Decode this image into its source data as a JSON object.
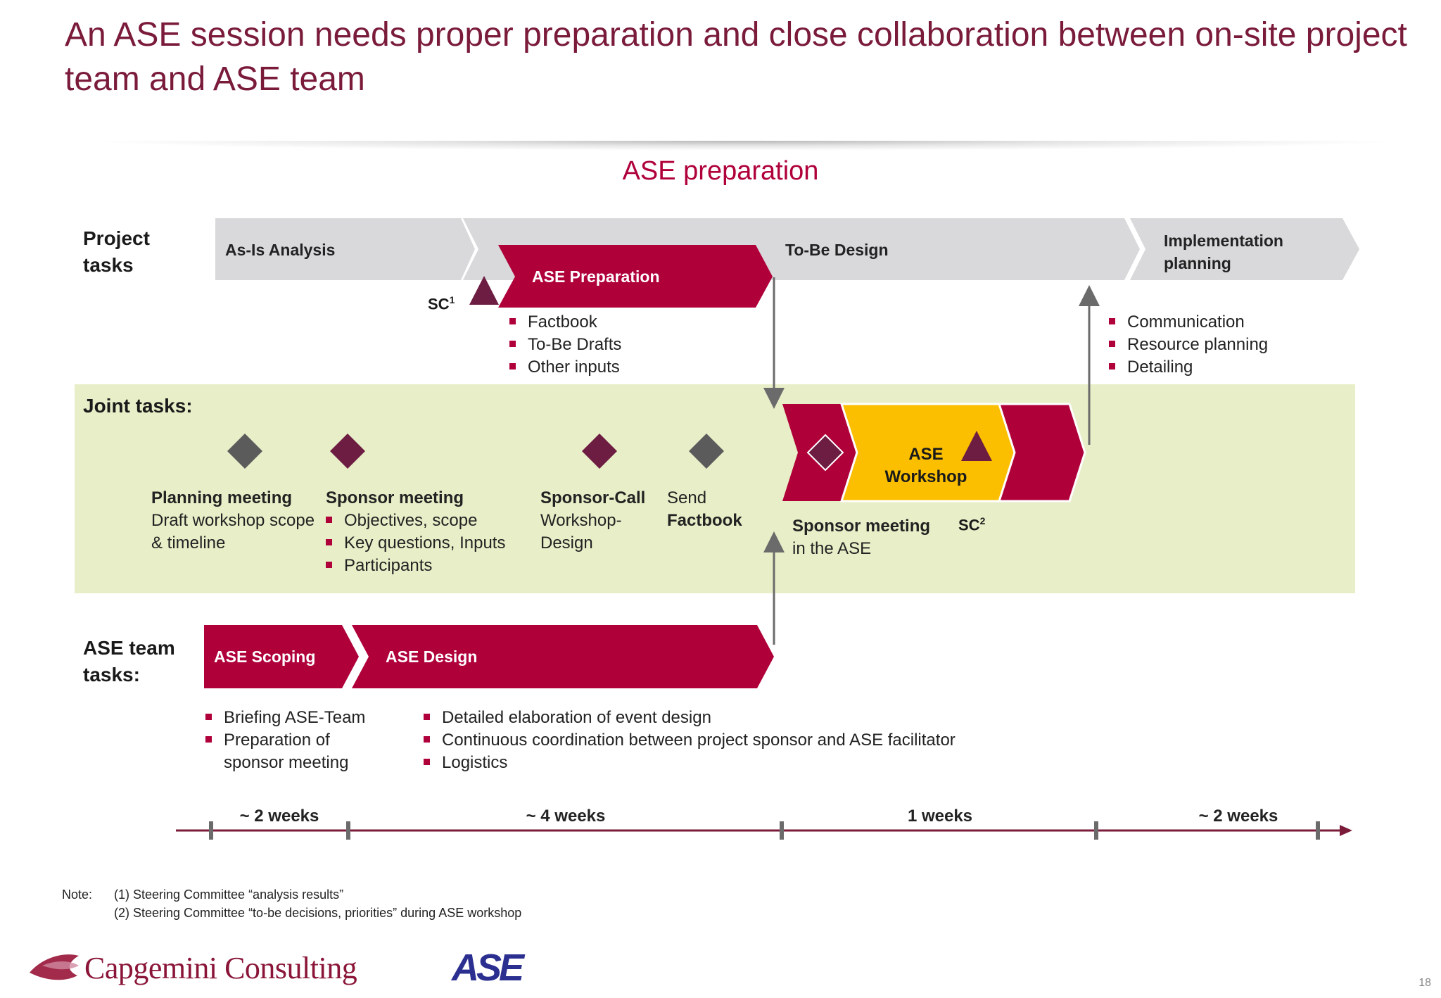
{
  "header": {
    "title": "An ASE session needs proper preparation and close collaboration between on-site project team and ASE team",
    "subtitle": "ASE preparation"
  },
  "rows": {
    "project_tasks": "Project tasks",
    "joint_tasks": "Joint tasks:",
    "ase_team_tasks": "ASE team tasks:"
  },
  "project": {
    "as_is": "As-Is Analysis",
    "to_be": "To-Be Design",
    "implementation": "Implementation planning",
    "ase_preparation": "ASE Preparation",
    "sc1_label": "SC",
    "sc1_sup": "1",
    "prep_bullets": [
      "Factbook",
      "To-Be Drafts",
      "Other inputs"
    ],
    "impl_bullets": [
      "Communication",
      "Resource planning",
      "Detailing"
    ]
  },
  "joint": {
    "planning_title": "Planning meeting",
    "planning_text": "Draft workshop scope & timeline",
    "sponsor_title": "Sponsor meeting",
    "sponsor_bullets": [
      "Objectives, scope",
      "Key questions, Inputs",
      "Participants"
    ],
    "call_title": "Sponsor-Call",
    "call_text": "Workshop-Design",
    "send_text": "Send",
    "send_bold": "Factbook",
    "workshop_label_1": "ASE",
    "workshop_label_2": "Workshop",
    "sponsor_ase_title": "Sponsor meeting",
    "sponsor_ase_text": "in the ASE",
    "sc2_label": "SC",
    "sc2_sup": "2"
  },
  "ase_team": {
    "scoping": "ASE Scoping",
    "design": "ASE Design",
    "scoping_bullets": [
      "Briefing ASE-Team",
      "Preparation of sponsor meeting"
    ],
    "design_bullets": [
      "Detailed elaboration of event design",
      "Continuous coordination between project sponsor and ASE facilitator",
      "Logistics"
    ]
  },
  "timeline": {
    "segments": [
      "~ 2 weeks",
      "~ 4 weeks",
      "1 weeks",
      "~ 2 weeks"
    ]
  },
  "note": {
    "label": "Note:",
    "lines": [
      "(1) Steering Committee “analysis results”",
      "(2) Steering Committee “to-be decisions, priorities” during ASE workshop"
    ]
  },
  "footer": {
    "logo": "Capgemini Consulting",
    "ase_logo": "ASE",
    "page": "18"
  },
  "colors": {
    "crimson": "#b0003a",
    "maroon": "#7a1b3a",
    "grey_band": "#d9d9dc",
    "joint_bg": "#e8efc8",
    "workshop": "#fbbf00",
    "diamond_grey": "#5b5b5b",
    "diamond_plum": "#6d1c42"
  }
}
